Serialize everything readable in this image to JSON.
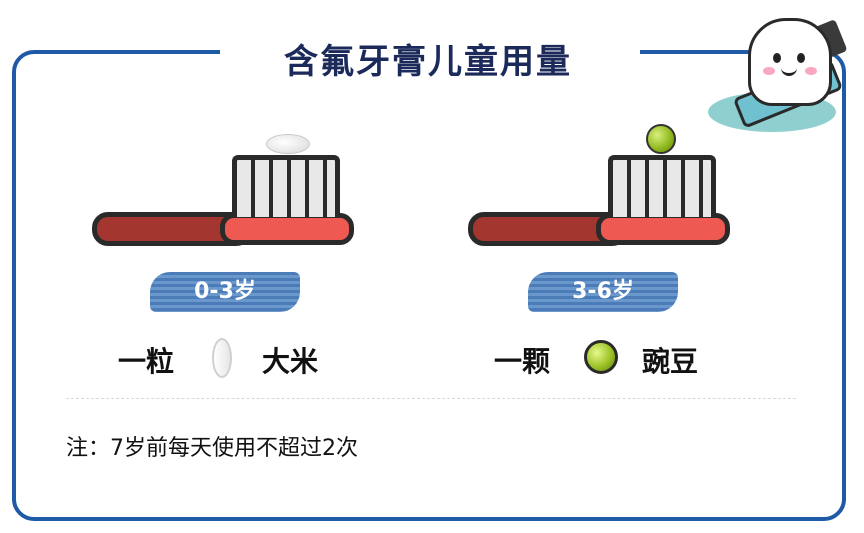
{
  "title": "含氟牙膏儿童用量",
  "left": {
    "age": "0-3岁",
    "amount_prefix": "一粒",
    "amount_item": "大米",
    "icon": "rice-grain-icon"
  },
  "right": {
    "age": "3-6岁",
    "amount_prefix": "一颗",
    "amount_item": "豌豆",
    "icon": "pea-icon"
  },
  "note": "注：7岁前每天使用不超过2次",
  "colors": {
    "frame": "#1f5aa6",
    "handle": "#a3362f",
    "brush_head": "#ee5a52",
    "badge": "#4b7cb8",
    "pea": "#9cc226"
  }
}
